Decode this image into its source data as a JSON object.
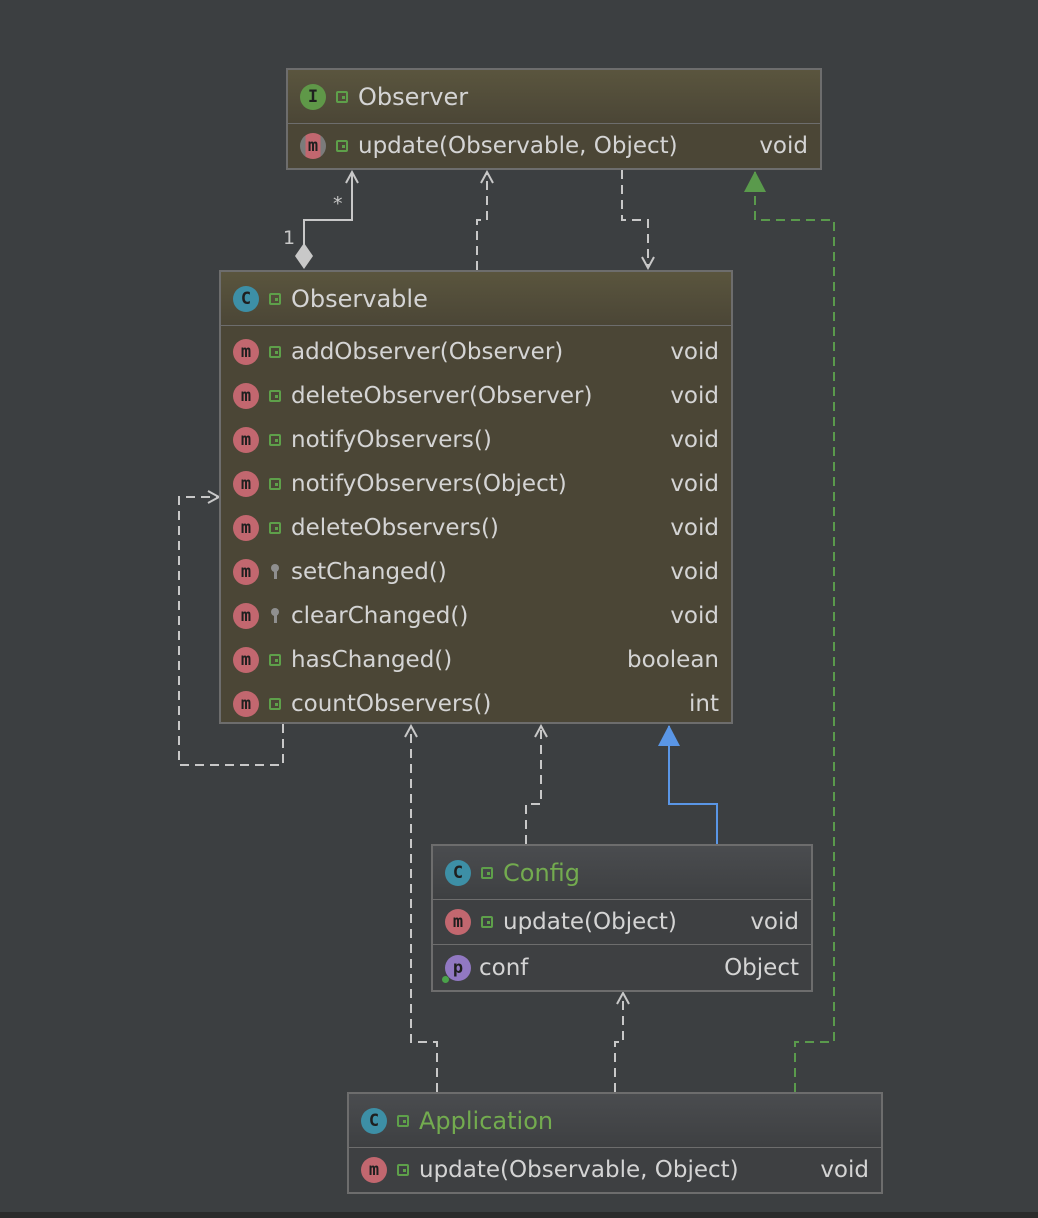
{
  "classes": {
    "observer": {
      "name": "Observer",
      "methods": [
        {
          "name": "update(Observable, Object)",
          "type": "void"
        }
      ]
    },
    "observable": {
      "name": "Observable",
      "methods": [
        {
          "name": "addObserver(Observer)",
          "type": "void"
        },
        {
          "name": "deleteObserver(Observer)",
          "type": "void"
        },
        {
          "name": "notifyObservers()",
          "type": "void"
        },
        {
          "name": "notifyObservers(Object)",
          "type": "void"
        },
        {
          "name": "deleteObservers()",
          "type": "void"
        },
        {
          "name": "setChanged()",
          "type": "void"
        },
        {
          "name": "clearChanged()",
          "type": "void"
        },
        {
          "name": "hasChanged()",
          "type": "boolean"
        },
        {
          "name": "countObservers()",
          "type": "int"
        }
      ]
    },
    "config": {
      "name": "Config",
      "methods": [
        {
          "name": "update(Object)",
          "type": "void"
        }
      ],
      "fields": [
        {
          "name": "conf",
          "type": "Object"
        }
      ]
    },
    "application": {
      "name": "Application",
      "methods": [
        {
          "name": "update(Observable, Object)",
          "type": "void"
        }
      ]
    }
  },
  "icons": {
    "interface": "I",
    "class": "C",
    "method": "m",
    "property": "p"
  },
  "edges": {
    "composition_multiplicity_source": "1",
    "composition_multiplicity_target": "*"
  },
  "colors": {
    "background": "#3c3f41",
    "dependency": "#c8c8c8",
    "realization": "#5a9a4c",
    "generalization": "#5a96e6",
    "interface_fill": "#4b4636"
  }
}
